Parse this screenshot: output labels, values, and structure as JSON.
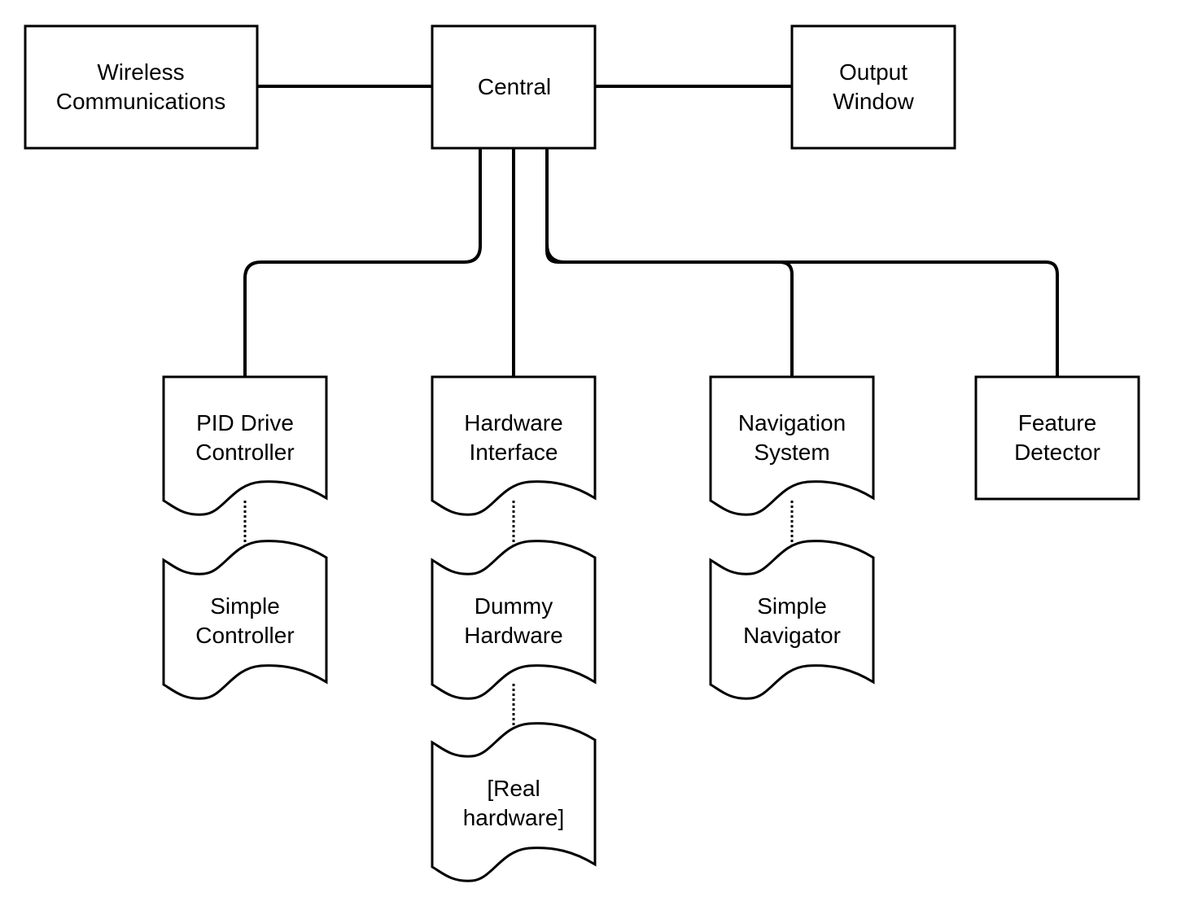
{
  "nodes": {
    "wireless": {
      "line1": "Wireless",
      "line2": "Communications"
    },
    "central": {
      "line1": "Central"
    },
    "output": {
      "line1": "Output",
      "line2": "Window"
    },
    "pid": {
      "line1": "PID Drive",
      "line2": "Controller"
    },
    "hardware_interface": {
      "line1": "Hardware",
      "line2": "Interface"
    },
    "navigation": {
      "line1": "Navigation",
      "line2": "System"
    },
    "feature": {
      "line1": "Feature",
      "line2": "Detector"
    },
    "simple_controller": {
      "line1": "Simple",
      "line2": "Controller"
    },
    "dummy_hardware": {
      "line1": "Dummy",
      "line2": "Hardware"
    },
    "simple_navigator": {
      "line1": "Simple",
      "line2": "Navigator"
    },
    "real_hardware": {
      "line1": "[Real",
      "line2": "hardware]"
    }
  }
}
